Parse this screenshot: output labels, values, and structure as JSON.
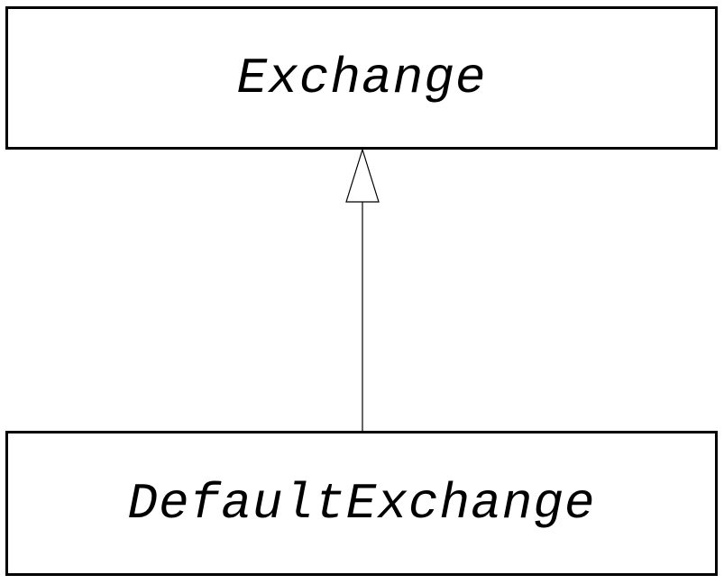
{
  "diagram": {
    "type": "uml-class-inheritance",
    "parent_class": {
      "name": "Exchange"
    },
    "child_class": {
      "name": "DefaultExchange"
    },
    "relationship": {
      "kind": "generalization",
      "arrowhead": "hollow-triangle"
    },
    "colors": {
      "stroke": "#000000",
      "background": "#ffffff"
    }
  }
}
